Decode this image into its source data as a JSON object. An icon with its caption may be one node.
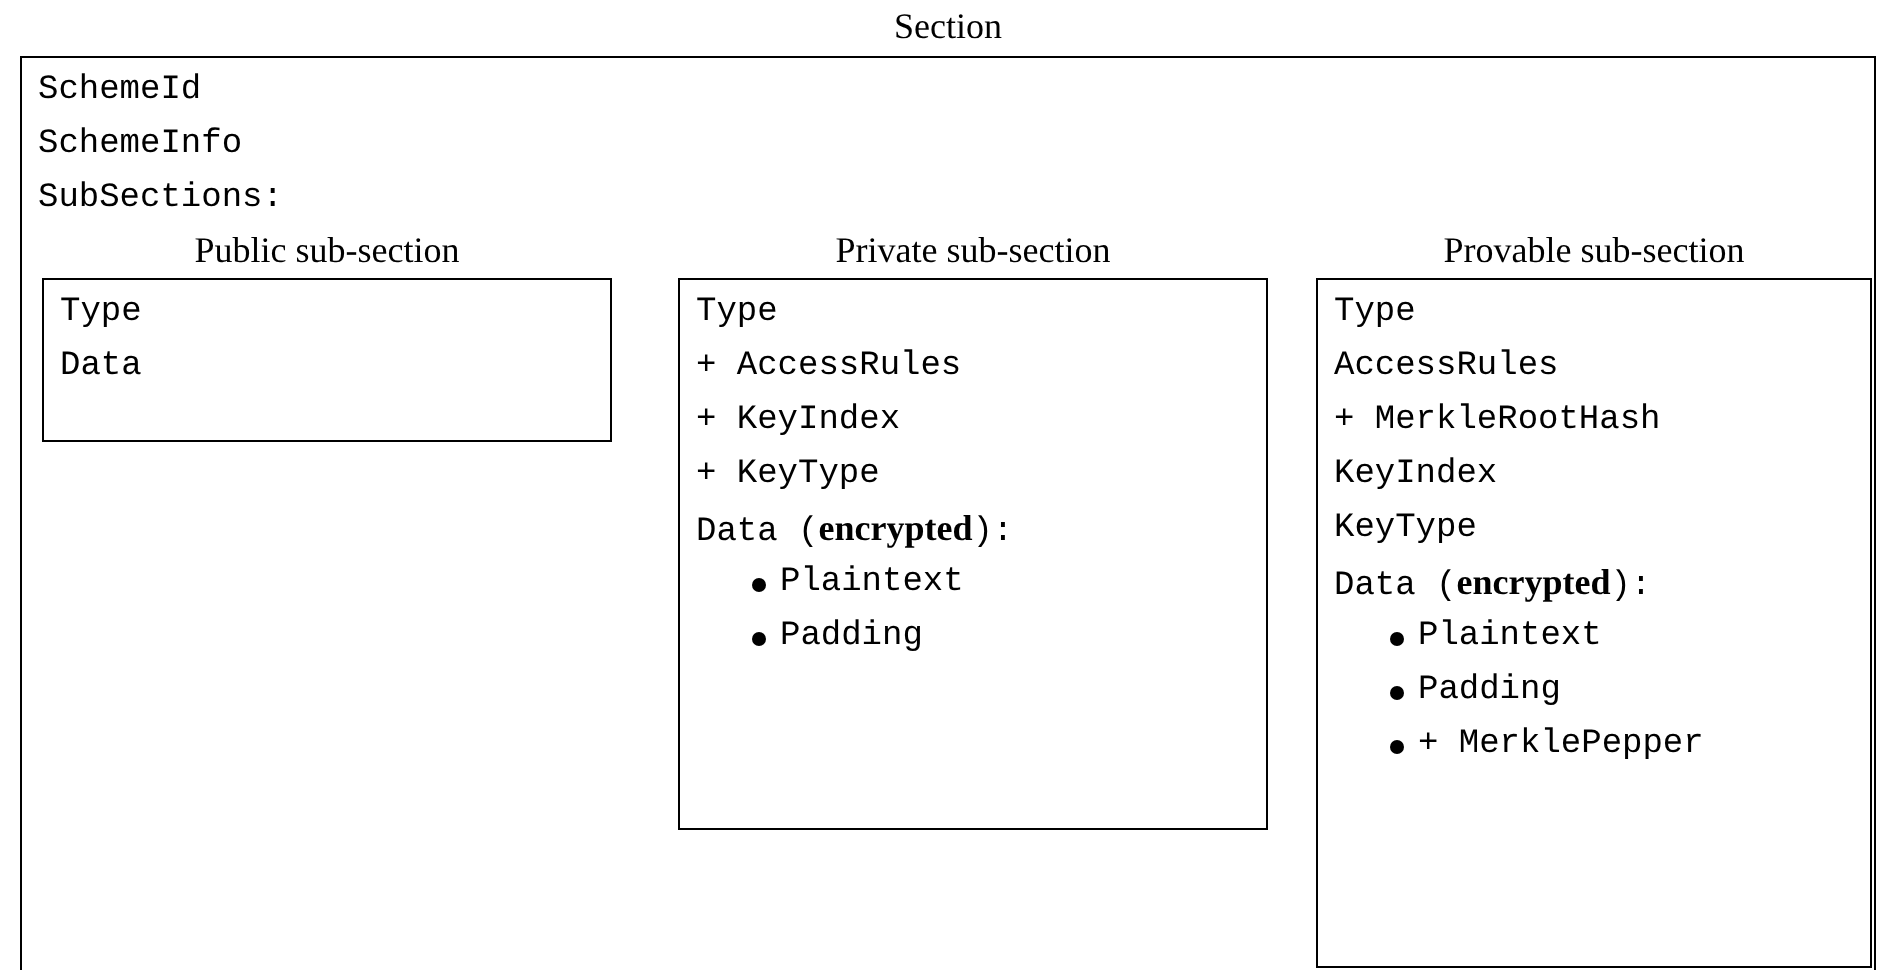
{
  "diagram": {
    "nodes": [
      {
        "text": [
          "Section",
          "SchemeId",
          "SchemeInfo",
          "SubSections:"
        ]
      },
      {
        "text": [
          "Public sub-section",
          "Type",
          "Data"
        ],
        "in": 0
      },
      {
        "text": [
          "Private sub-section",
          "Type",
          "+ AccessRules",
          "+ KeyIndex",
          "+ KeyType",
          "Data (**encrypted**):",
          "Plaintext",
          "Padding"
        ],
        "in": 0
      },
      {
        "text": [
          "Provable sub-section",
          "Type",
          "AccessRules",
          "+ MerkleRootHash",
          "KeyIndex",
          "KeyType",
          "Data (**encrypted**):",
          "Plaintext",
          "Padding",
          "+ MerklePepper"
        ],
        "in": 0
      }
    ]
  }
}
